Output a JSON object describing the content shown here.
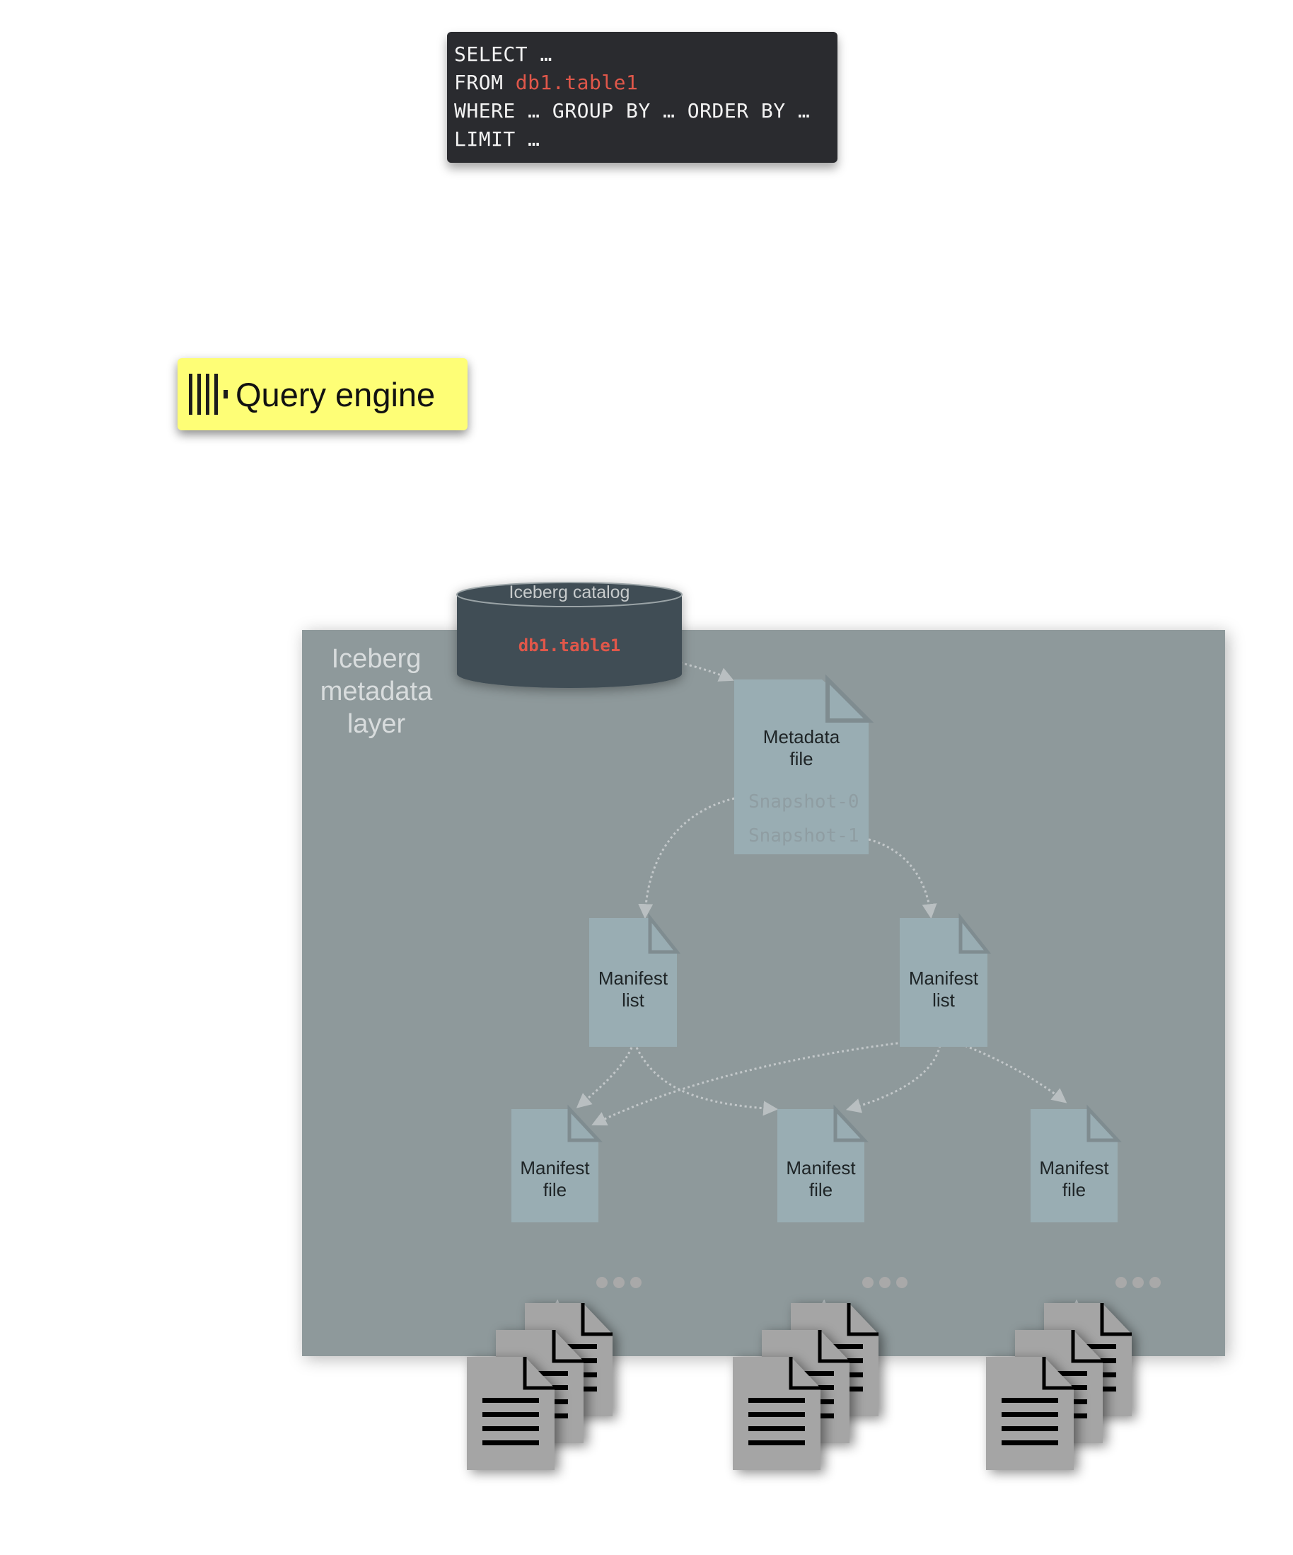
{
  "query": {
    "lines": [
      {
        "prefix": "SELECT …",
        "highlight": "",
        "suffix": ""
      },
      {
        "prefix": "FROM ",
        "highlight": "db1.table1",
        "suffix": ""
      },
      {
        "prefix": "WHERE … GROUP BY … ORDER BY …",
        "highlight": "",
        "suffix": ""
      },
      {
        "prefix": "LIMIT …",
        "highlight": "",
        "suffix": ""
      }
    ]
  },
  "query_engine": {
    "label": "Query engine",
    "icon": "bar-lines-icon"
  },
  "metadata_layer": {
    "title_lines": [
      "Iceberg",
      "metadata",
      "layer"
    ]
  },
  "catalog": {
    "title": "Iceberg catalog",
    "table_ref": "db1.table1"
  },
  "metadata_file": {
    "label_lines": [
      "Metadata",
      "file"
    ],
    "snapshots": [
      "Snapshot-0",
      "Snapshot-1"
    ]
  },
  "manifest_lists": [
    {
      "label_lines": [
        "Manifest",
        "list"
      ]
    },
    {
      "label_lines": [
        "Manifest",
        "list"
      ]
    }
  ],
  "manifest_files": [
    {
      "label_lines": [
        "Manifest",
        "file"
      ]
    },
    {
      "label_lines": [
        "Manifest",
        "file"
      ]
    },
    {
      "label_lines": [
        "Manifest",
        "file"
      ]
    }
  ],
  "data_file_stacks": [
    {
      "count_shown": 3,
      "more_indicator": "…"
    },
    {
      "count_shown": 3,
      "more_indicator": "…"
    },
    {
      "count_shown": 3,
      "more_indicator": "…"
    }
  ],
  "colors": {
    "sql_bg": "#2a2b2f",
    "sql_highlight": "#e0574a",
    "query_engine_bg": "#fefe76",
    "panel_bg": "#8e999b",
    "catalog_bg": "#3f4d55",
    "doc_fill": "#99adb3",
    "data_file_fill": "#a5a5a5"
  }
}
